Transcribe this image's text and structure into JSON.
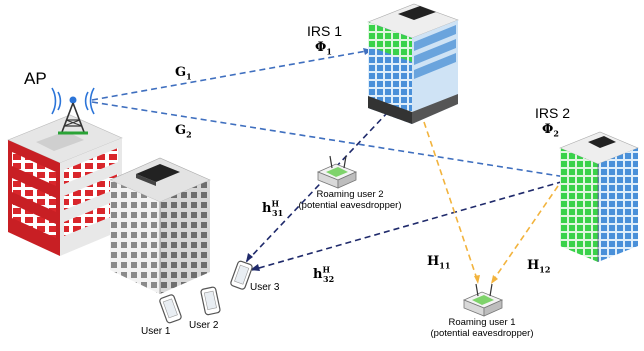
{
  "labels": {
    "ap": "AP",
    "irs1": "IRS 1",
    "irs1_phi": "Φ",
    "irs1_phi_sub": "1",
    "irs2": "IRS 2",
    "irs2_phi": "Φ",
    "irs2_phi_sub": "2",
    "g1": "G",
    "g1_sub": "1",
    "g2": "G",
    "g2_sub": "2",
    "h31": "h",
    "h31_sup": "H",
    "h31_sub": "31",
    "h32": "h",
    "h32_sup": "H",
    "h32_sub": "32",
    "H11": "H",
    "H11_sub": "11",
    "H12": "H",
    "H12_sub": "12",
    "roaming2_line1": "Roaming user 2",
    "roaming2_line2": "(potential eavesdropper)",
    "roaming1_line1": "Roaming user 1",
    "roaming1_line2": "(potential eavesdropper)",
    "user1": "User 1",
    "user2": "User 2",
    "user3": "User 3"
  },
  "colors": {
    "link_blue": "#3f6fbf",
    "link_dark": "#1f2a6b",
    "link_orange": "#f2b33d",
    "irs_green": "#39d24a",
    "irs_blue": "#4a90d9",
    "building_red": "#d9262b"
  },
  "icons": [
    "tower-antenna-icon",
    "smartphone-icon",
    "router-eavesdropper-icon"
  ]
}
